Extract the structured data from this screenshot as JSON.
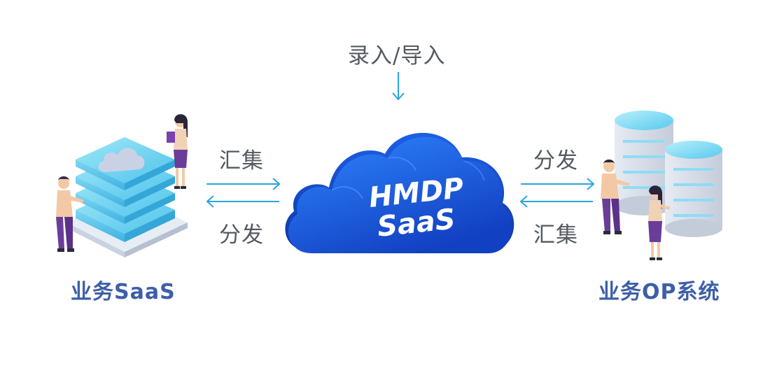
{
  "input_label": "录入/导入",
  "center": {
    "line1": "HMDP",
    "line2": "SaaS"
  },
  "left_flow": {
    "gather": "汇集",
    "distribute": "分发"
  },
  "right_flow": {
    "distribute": "分发",
    "gather": "汇集"
  },
  "left_node": {
    "label": "业务SaaS"
  },
  "right_node": {
    "label": "业务OP系统"
  },
  "colors": {
    "arrow": "#2aa5de",
    "cloud_light": "#2f7bff",
    "cloud_dark": "#1446c8",
    "label_blue": "#3d5fa8",
    "flow_text": "#555a60"
  }
}
